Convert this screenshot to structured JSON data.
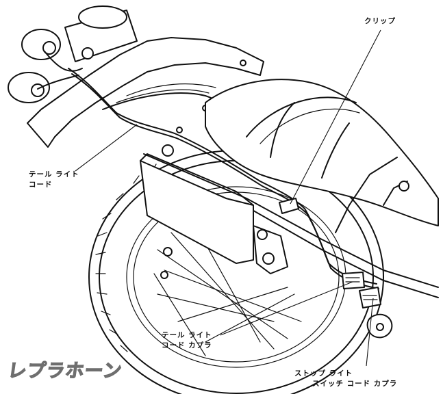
{
  "labels": {
    "clip": "クリップ",
    "tail_light_cord": [
      "テール ライト",
      "コード"
    ],
    "tail_light_cord_coupler": [
      "テール ライト",
      "コード カプラ"
    ],
    "stop_light_switch_cord_coupler": [
      "ストップ ライト",
      "スイッチ コード カプラ"
    ]
  },
  "watermark": "レプラホーン"
}
